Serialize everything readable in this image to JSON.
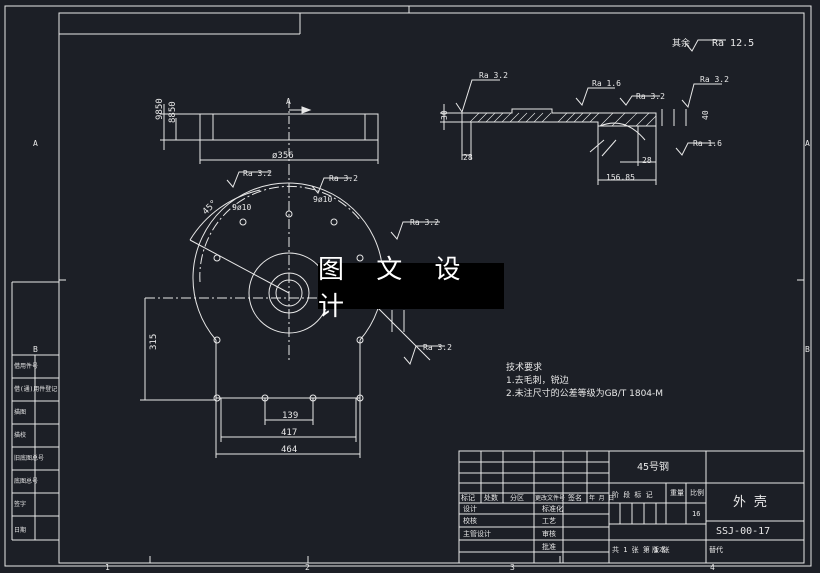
{
  "watermark": "图 文 设 计",
  "roughness": {
    "general_prefix": "其余",
    "general": "Ra  12.5",
    "top_left": "Ra  3.2",
    "sec1": "Ra  1.6",
    "sec2": "Ra  3.2",
    "sec3": "Ra  3.2",
    "sec4": "Ra  1.6",
    "plan1": "Ra  3.2",
    "plan2": "Ra  3.2",
    "plan3": "Ra  3.2",
    "plan4": "Ra  3.2"
  },
  "dims": {
    "d9850": "9850",
    "d8850": "8850",
    "d356": "ø356",
    "d30": "30",
    "d28a": "28",
    "d28b": "28",
    "d156": "156.85",
    "d40": "40",
    "d45": "45°",
    "d9a": "9ø10",
    "d9b": "9ø10",
    "d315": "315",
    "d139": "139",
    "d417": "417",
    "d464": "464",
    "dA": "A"
  },
  "notes": {
    "heading": "技术要求",
    "line1": "1.去毛刺，锐边",
    "line2": "2.未注尺寸的公差等级为GB/T 1804-M"
  },
  "title_block": {
    "material": "45号钢",
    "part_name": "外 壳",
    "drawing_no": "SSJ-00-17",
    "scale": "16",
    "h_mark": "标记",
    "h_count": "处数",
    "h_zone": "分区",
    "h_change": "更改文件号",
    "h_sign": "签名",
    "h_date": "年 月 日",
    "h_stage": "阶 段 标 记",
    "h_weight": "重量",
    "h_ratio": "比例",
    "r_design": "设计",
    "r_std": "标准化",
    "r_check": "校核",
    "r_process": "工艺",
    "r_mgr": "主管设计",
    "r_review": "审核",
    "r_approve": "批准",
    "sheets": "共 1 张  第 1 张",
    "version": "版本",
    "replace": "替代"
  },
  "side_labels": {
    "s1": "借(通)用件登记",
    "s2": "旧底图总号",
    "s3": "底图总号",
    "s4": "签字",
    "s5": "日期",
    "s6": "描图",
    "s7": "描校",
    "s8": "借用件号"
  },
  "zones": {
    "A": "A",
    "B": "B",
    "n1": "1",
    "n2": "2",
    "n3": "3",
    "n4": "4"
  }
}
